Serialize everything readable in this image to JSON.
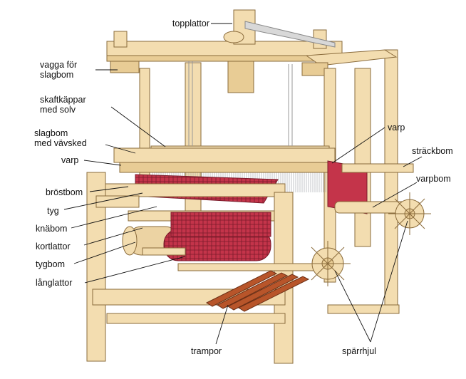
{
  "labels": {
    "topplattor": "topplattor",
    "vagga": "vagga för\nslagbom",
    "skaftkappar": "skaftkäppar\nmed solv",
    "slagbom": "slagbom\nmed vävsked",
    "varp_left": "varp",
    "brostbom": "bröstbom",
    "tyg": "tyg",
    "knabom": "knäbom",
    "kortlattor": "kortlattor",
    "tygbom": "tygbom",
    "langlattor": "långlattor",
    "varp_right": "varp",
    "strackbom": "sträckbom",
    "varpbom": "varpbom",
    "trampor": "trampor",
    "sparrhjul": "spärrhjul"
  },
  "colors": {
    "wood": "#f3ddb0",
    "wood_edge": "#8a6b3b",
    "fabric": "#c4344a",
    "fabric_dark": "#7a1a2a",
    "treadle": "#b8552a"
  }
}
